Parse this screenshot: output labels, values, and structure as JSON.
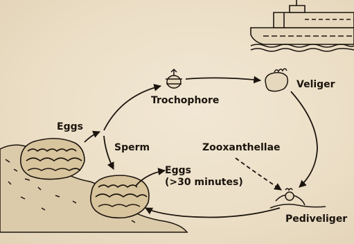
{
  "labels": {
    "trochophore": "Trochophore",
    "veliger": "Veliger",
    "eggs_left": "Eggs",
    "sperm": "Sperm",
    "zooxanthellae": "Zooxanthellae",
    "eggs_mid_line1": "Eggs",
    "eggs_mid_line2": "(>30 minutes)",
    "pediveliger": "Pediveliger"
  },
  "colors": {
    "background": "#ecdfc7",
    "ink": "#1b140d"
  }
}
